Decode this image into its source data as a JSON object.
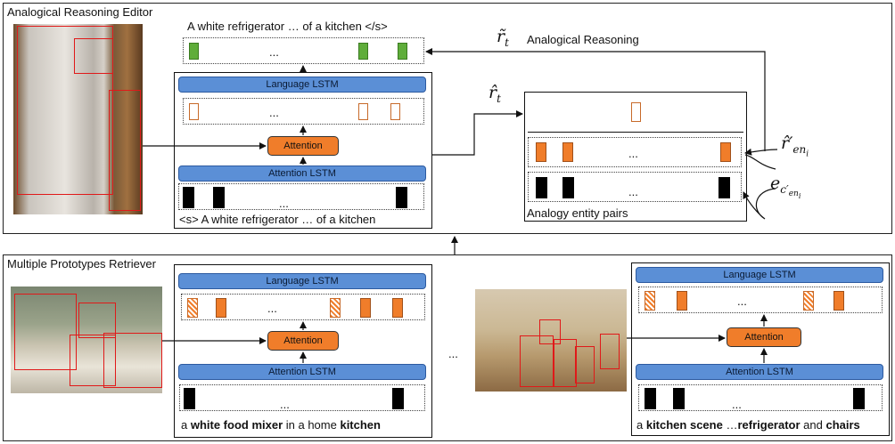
{
  "top_panel": {
    "title": "Analogical Reasoning Editor",
    "output_caption": "A white refrigerator … of a kitchen </s>",
    "input_caption": "<s> A white refrigerator … of a kitchen",
    "language_lstm": "Language LSTM",
    "attention": "Attention",
    "attention_lstm": "Attention LSTM",
    "ellipsis": "...",
    "r_hat": "r̂",
    "r_hat_sub": "t",
    "r_tilde": "r̃",
    "r_tilde_sub": "t",
    "analogical_reasoning": "Analogical Reasoning",
    "analogy_box_label": "Analogy entity pairs",
    "r_en_label": "r̂′",
    "r_en_sub": "en",
    "r_en_subsub": "i",
    "e_label": "e",
    "e_sub": "c′",
    "e_subsub": "en",
    "e_subsubsub": "i"
  },
  "bottom_panel": {
    "title": "Multiple Prototypes Retriever",
    "ellipsis_between": "...",
    "left": {
      "language_lstm": "Language LSTM",
      "attention": "Attention",
      "attention_lstm": "Attention LSTM",
      "caption_parts": [
        "a ",
        "white food mixer",
        " in a home ",
        "kitchen"
      ]
    },
    "right": {
      "language_lstm": "Language LSTM",
      "attention": "Attention",
      "attention_lstm": "Attention LSTM",
      "caption_parts": [
        "a ",
        "kitchen scene",
        " …",
        "refrigerator",
        " and ",
        "chairs"
      ]
    }
  },
  "colors": {
    "lstm_blue": "#5b8fd6",
    "attention_orange": "#f07d2a",
    "output_green": "#5fad3a",
    "region_red": "#e01919"
  }
}
